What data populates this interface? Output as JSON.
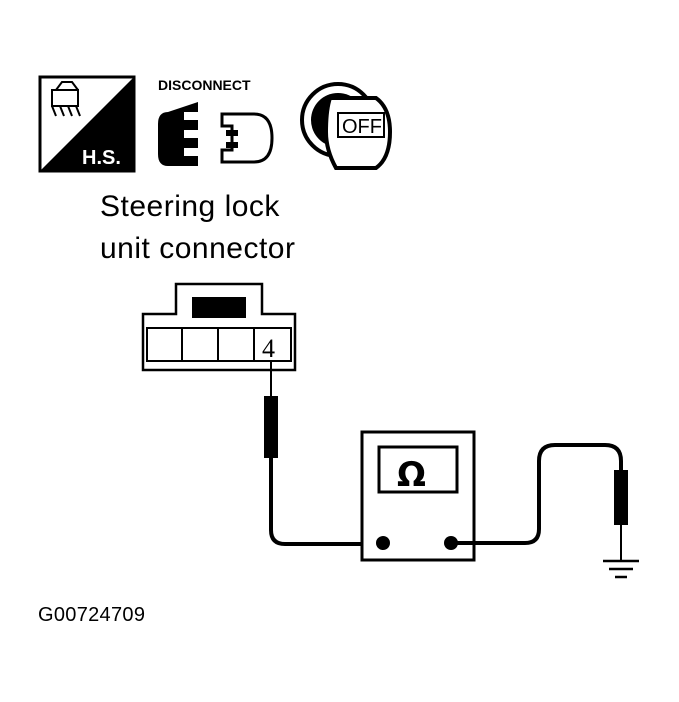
{
  "icons": {
    "hs_label": "H.S.",
    "disconnect_label": "DISCONNECT",
    "ignition_label": "OFF"
  },
  "title": {
    "line1": "Steering lock",
    "line2": "unit connector"
  },
  "connector": {
    "terminal": "4"
  },
  "meter": {
    "symbol": "Ω"
  },
  "figure_code": "G00724709"
}
